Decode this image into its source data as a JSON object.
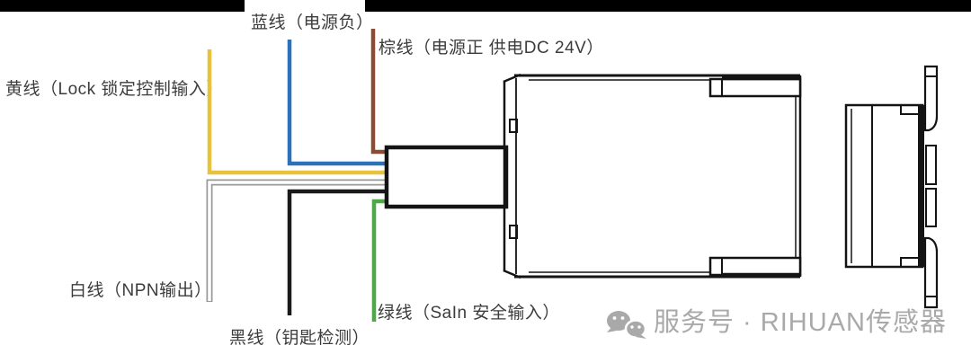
{
  "wire_labels": {
    "blue": "蓝线（电源负）",
    "brown": "棕线（电源正 供电DC 24V）",
    "yellow": "黄线（Lock 锁定控制输入）",
    "white": "白线（NPN输出）",
    "black": "黑线（钥匙检测）",
    "green": "绿线（SaIn 安全输入）"
  },
  "colors": {
    "blue_wire": "#2d72b8",
    "brown_wire": "#8a4a33",
    "yellow_wire": "#e8c23c",
    "white_wire_outline": "#999999",
    "white_wire_core": "#ffffff",
    "black_wire": "#1a1a1a",
    "green_wire": "#4fa847",
    "device_outline": "#141414",
    "label_text": "#3c3c3c",
    "watermark_gray": "#a9a9a9"
  },
  "watermark": {
    "icon": "wechat-icon",
    "text": "服务号 · RIHUAN传感器"
  }
}
